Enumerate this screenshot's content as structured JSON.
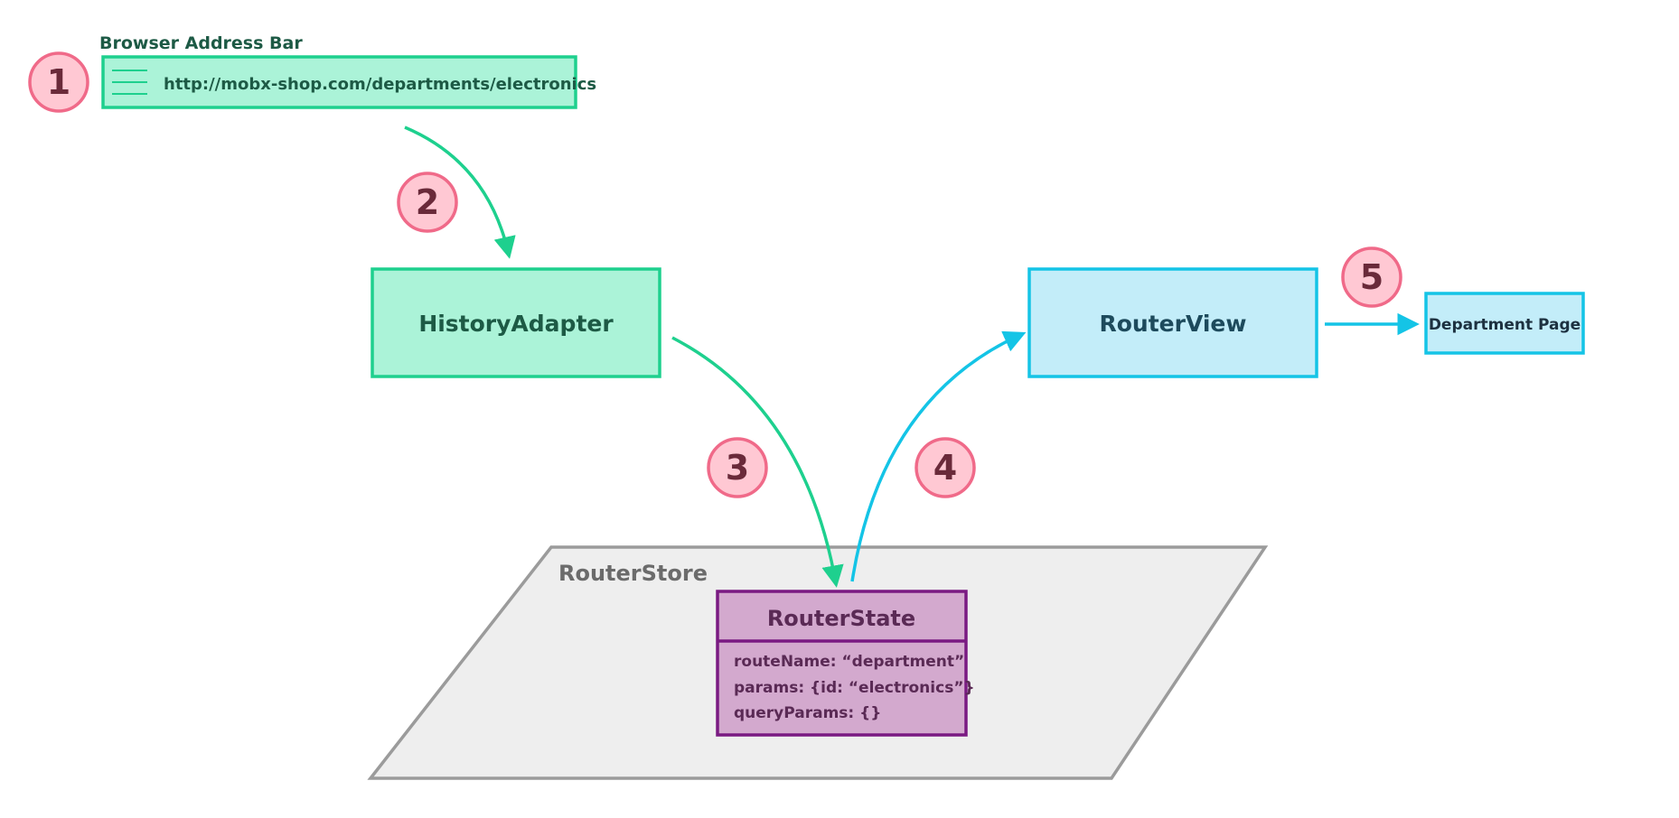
{
  "address_bar": {
    "title": "Browser Address Bar",
    "url": "http://mobx-shop.com/departments/electronics"
  },
  "nodes": {
    "history_adapter": "HistoryAdapter",
    "router_view": "RouterView",
    "department_page": "Department Page",
    "router_store": "RouterStore",
    "router_state": {
      "title": "RouterState",
      "fields": [
        "routeName: “department”",
        "params: {id: “electronics”}",
        "queryParams: {}"
      ]
    }
  },
  "steps": [
    "1",
    "2",
    "3",
    "4",
    "5"
  ],
  "icons": {
    "address_bar_icon": "hamburger-menu-icon"
  },
  "colors": {
    "green_stroke": "#1ed08e",
    "green_fill": "#abf3d8",
    "green_text": "#1d5a45",
    "cyan_stroke": "#14c4e6",
    "cyan_fill": "#c3edf9",
    "cyan_text": "#1d4a5c",
    "pink_stroke": "#f06a89",
    "pink_fill": "#ffc8d3",
    "pink_text": "#6a2a3a",
    "gray_stroke": "#9b9b9b",
    "gray_fill": "#eeeeee",
    "gray_text": "#6b6b6b",
    "purple_stroke": "#7a1a82",
    "purple_fill": "#d3a9ce",
    "purple_text": "#5a2a55"
  }
}
